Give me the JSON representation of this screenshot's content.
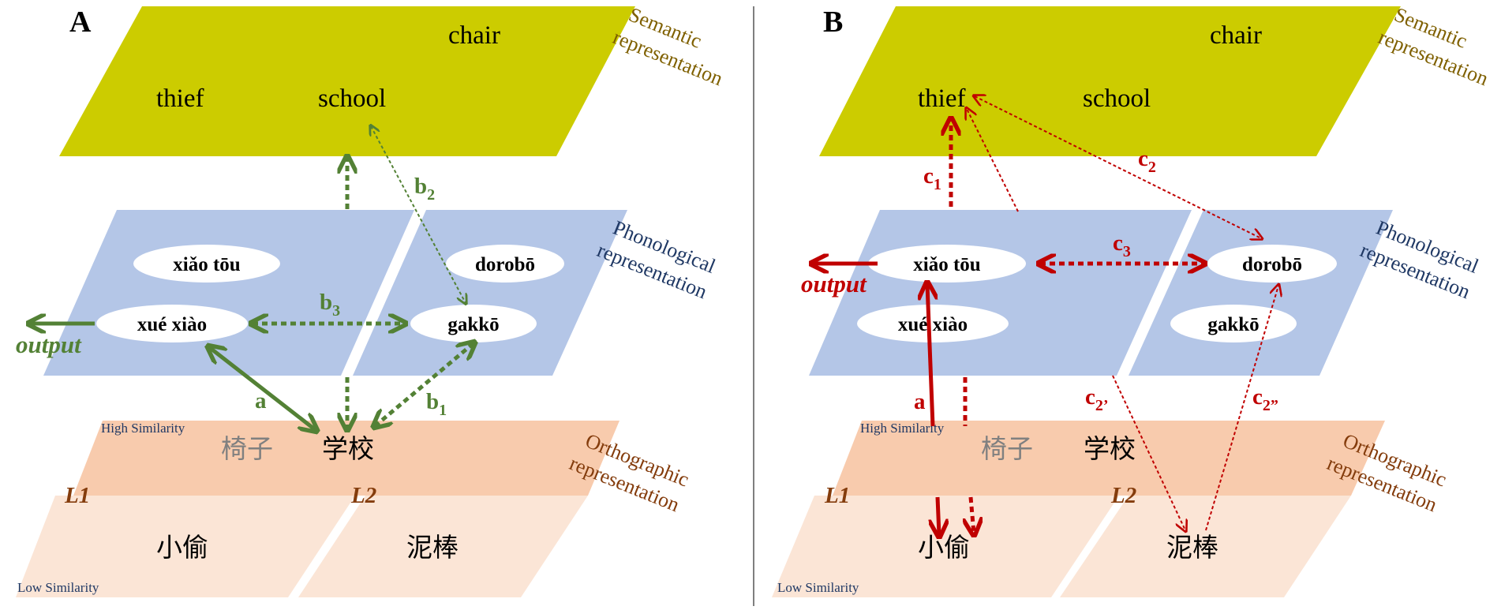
{
  "colors": {
    "semantic_fill": "#cccc00",
    "phono_fill": "#b4c6e7",
    "ortho_high_fill": "#f8cbad",
    "ortho_low_fill": "#fbe5d6",
    "green": "#538135",
    "red": "#c00000",
    "semantic_label": "#7f6000",
    "phono_label": "#1f3864",
    "ortho_label": "#843c0c",
    "similarity_high": "#1f3864",
    "similarity_low": "#1f3864",
    "grey_char": "#808080"
  },
  "panelA": {
    "letter": "A",
    "semantic": {
      "chair": "chair",
      "thief": "thief",
      "school": "school"
    },
    "phono": {
      "xiaotou": "xiǎo tōu",
      "dorobo": "dorobō",
      "xuexiao": "xué xiào",
      "gakko": "gakkō"
    },
    "ortho": {
      "yizi": "椅子",
      "xuexiao": "学校",
      "xiaotou": "小偷",
      "dorobo": "泥棒"
    },
    "labels": {
      "semantic": [
        "Semantic",
        "representation"
      ],
      "phono": [
        "Phonological",
        "representation"
      ],
      "ortho": [
        "Orthographic",
        "representation"
      ],
      "high": "High Similarity",
      "low": "Low Similarity",
      "l1": "L1",
      "l2": "L2",
      "output": "output"
    },
    "arrows": {
      "a": "a",
      "b1": "b",
      "b1_sub": "1",
      "b2": "b",
      "b2_sub": "2",
      "b3": "b",
      "b3_sub": "3"
    }
  },
  "panelB": {
    "letter": "B",
    "semantic": {
      "chair": "chair",
      "thief": "thief",
      "school": "school"
    },
    "phono": {
      "xiaotou": "xiǎo tōu",
      "dorobo": "dorobō",
      "xuexiao": "xué xiào",
      "gakko": "gakkō"
    },
    "ortho": {
      "yizi": "椅子",
      "xuexiao": "学校",
      "xiaotou": "小偷",
      "dorobo": "泥棒"
    },
    "labels": {
      "semantic": [
        "Semantic",
        "representation"
      ],
      "phono": [
        "Phonological",
        "representation"
      ],
      "ortho": [
        "Orthographic",
        "representation"
      ],
      "high": "High Similarity",
      "low": "Low Similarity",
      "l1": "L1",
      "l2": "L2",
      "output": "output"
    },
    "arrows": {
      "a": "a",
      "c1": "c",
      "c1_sub": "1",
      "c2": "c",
      "c2_sub": "2",
      "c3": "c",
      "c3_sub": "3",
      "c2p": "c",
      "c2p_sub": "2’",
      "c2pp": "c",
      "c2pp_sub": "2”"
    }
  }
}
